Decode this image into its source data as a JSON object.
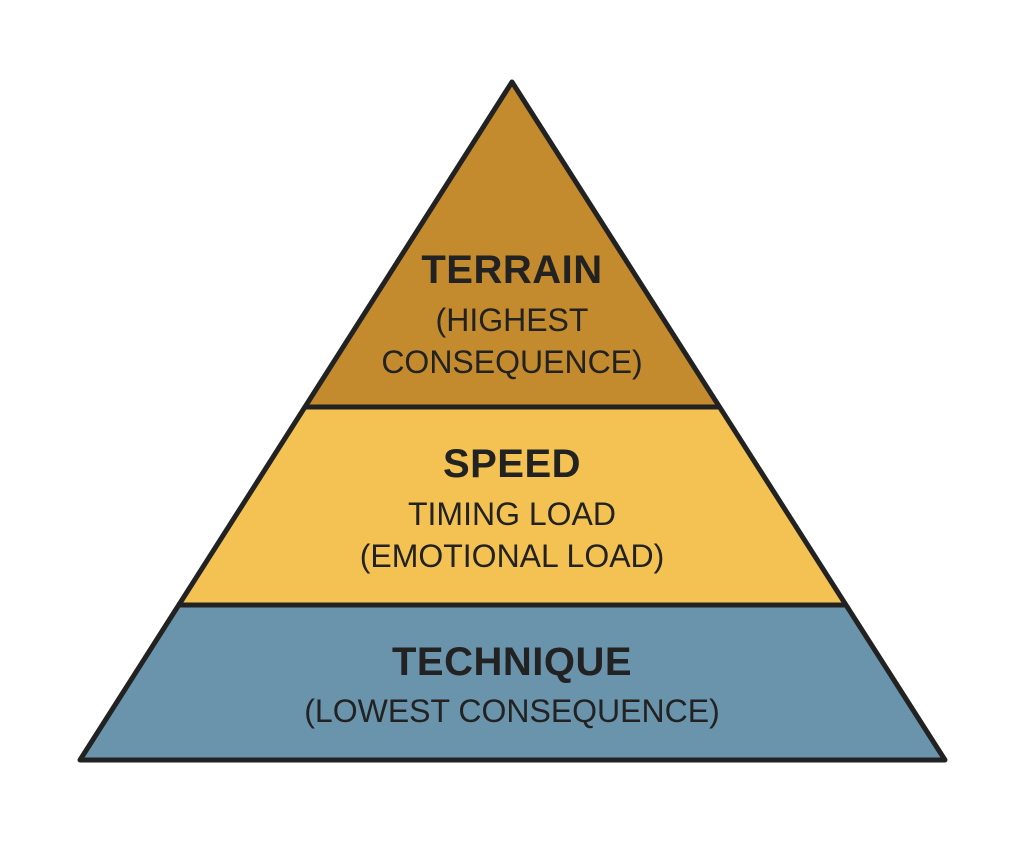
{
  "diagram": {
    "type": "pyramid",
    "colors": {
      "terrain": "#C48A2E",
      "speed": "#F3C253",
      "technique": "#6A93AC",
      "outline": "#222222",
      "background": "#FFFFFF"
    },
    "layers": [
      {
        "id": "terrain",
        "position": "top",
        "title": "TERRAIN",
        "lines": [
          "(HIGHEST",
          "CONSEQUENCE)"
        ]
      },
      {
        "id": "speed",
        "position": "middle",
        "title": "SPEED",
        "lines": [
          "TIMING LOAD",
          "(EMOTIONAL LOAD)"
        ]
      },
      {
        "id": "technique",
        "position": "bottom",
        "title": "TECHNIQUE",
        "lines": [
          "(LOWEST CONSEQUENCE)"
        ]
      }
    ]
  }
}
